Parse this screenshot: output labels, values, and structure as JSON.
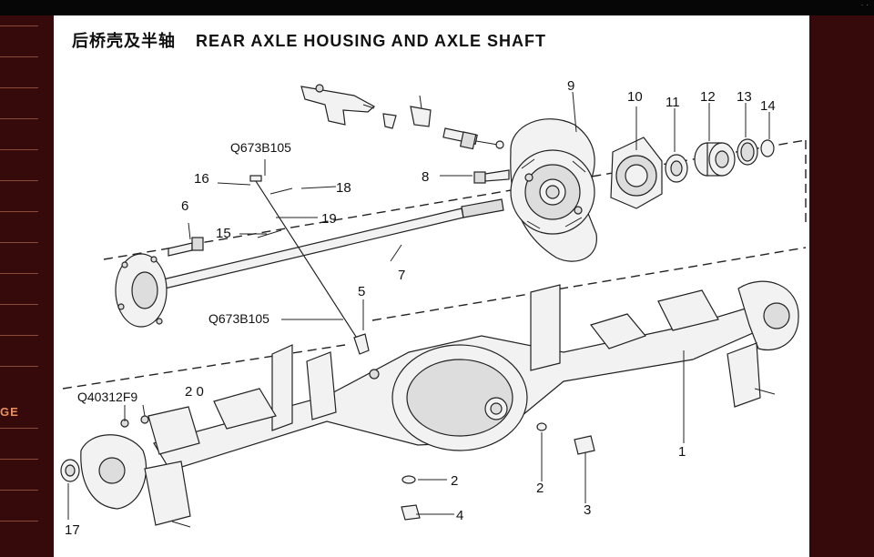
{
  "title": {
    "chinese": "后桥壳及半轴",
    "english": "REAR AXLE HOUSING AND AXLE SHAFT"
  },
  "sidebar": {
    "visible_label": "GE"
  },
  "callouts": {
    "c1": "1",
    "c2a": "2",
    "c2b": "2",
    "c3": "3",
    "c4": "4",
    "c5": "5",
    "c6": "6",
    "c7": "7",
    "c8": "8",
    "c9": "9",
    "c10": "10",
    "c11": "11",
    "c12": "12",
    "c13": "13",
    "c14": "14",
    "c15": "15",
    "c16": "16",
    "c17": "17",
    "c18": "18",
    "c19": "19",
    "c20": "2 0",
    "q1": "Q673B105",
    "q2": "Q673B105",
    "q3": "Q40312F9"
  },
  "colors": {
    "sidebar": "#360a0a",
    "sidebar_label": "#e89060",
    "diagram_bg": "#ffffff",
    "ink": "#222222"
  }
}
